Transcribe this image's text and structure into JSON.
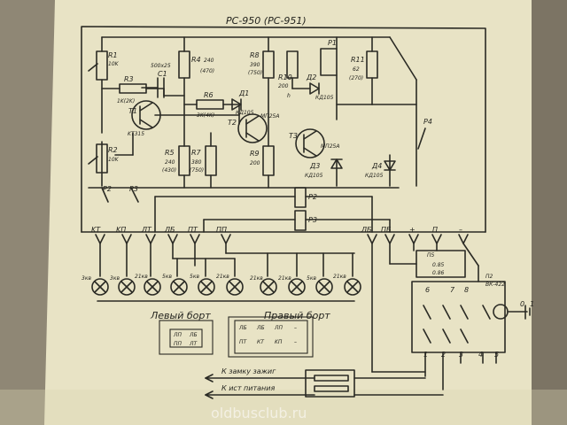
{
  "diagram": {
    "title": "PC-950 (PC-951)",
    "watermark": "oldbusclub.ru",
    "left_side_label": "Левый  борт",
    "right_side_label": "Правый  борт",
    "lock_label": "К замку зажиг",
    "power_label": "К ист питания",
    "components": {
      "r1": "R1",
      "r1v": "10K",
      "r2": "R2",
      "r2v": "10K",
      "r3": "R3",
      "r3v": "1K(2K)",
      "c1": "C1",
      "c1v": "500x25",
      "r4": "R4",
      "r4v": "240",
      "r4alt": "(470)",
      "r5": "R5",
      "r5v": "240",
      "r5alt": "(430)",
      "r6": "R6",
      "r6v": "3K(4K)",
      "r7": "R7",
      "r7v": "380",
      "r7alt": "(750)",
      "r8": "R8",
      "r8v": "390",
      "r8alt": "(750)",
      "r9": "R9",
      "r9v": "200",
      "r10": "R10",
      "r10v": "200",
      "r11": "R11",
      "r11v": "62",
      "r11alt": "(270)",
      "p1": "P1",
      "t1": "T1",
      "t1v": "KT315",
      "t2": "T2",
      "t2v": "MП25A",
      "t3": "T3",
      "t3v": "MП25A",
      "d1": "Д1",
      "d1v": "КД105",
      "d2": "Д2",
      "d2v": "КД105",
      "d3": "Д3",
      "d3v": "КД105",
      "d4": "Д4",
      "d4v": "КД105",
      "p2": "P2",
      "p3": "P3",
      "p4": "P4",
      "p2b": "P2",
      "p3b": "P3",
      "p5": "П5",
      "p5a": "0.85",
      "p5b": "0.86",
      "p6": "П2",
      "vk": "ВК-422"
    },
    "terminals": [
      "KT",
      "KП",
      "ЛТ",
      "ЛБ",
      "ПТ",
      "ПП",
      "ЛБ",
      "ПБ",
      "+",
      "П",
      "–"
    ],
    "lamp_labels": [
      "3кв",
      "3кв",
      "21кв",
      "5кв",
      "5кв",
      "21кв",
      "21кв",
      "21кв",
      "5кв",
      "21кв"
    ],
    "switch_numbers": [
      "6",
      "7",
      "8",
      "1",
      "2",
      "3",
      "4",
      "5"
    ],
    "connector_left": [
      "ЛП",
      "ЛБ",
      "ПП",
      "ЛТ"
    ],
    "connector_right": [
      "ЛБ",
      "ЛБ",
      "ЛП",
      "–",
      "ПТ",
      "КТ",
      "KП",
      "–"
    ],
    "misc": {
      "h": "h",
      "o": "0",
      "one": "1"
    }
  }
}
